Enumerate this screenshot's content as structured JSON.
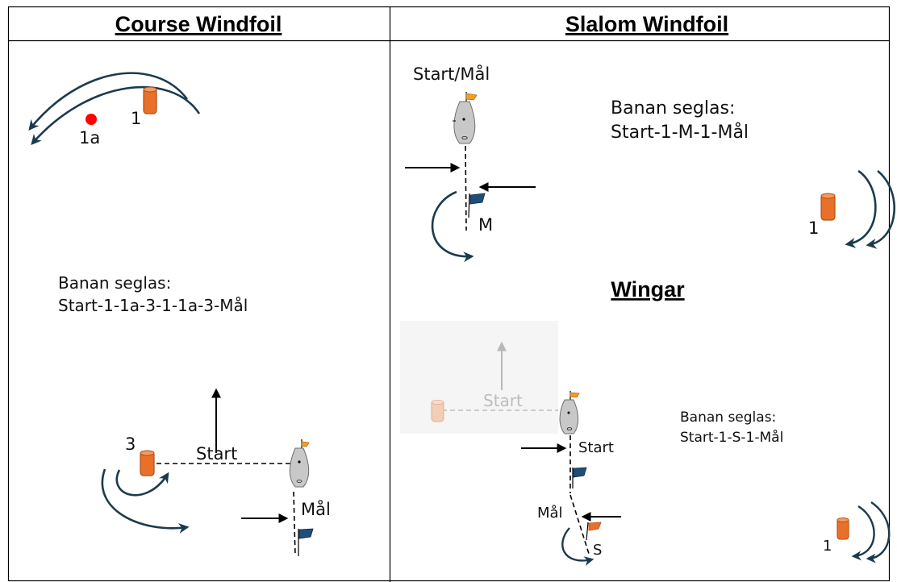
{
  "colors": {
    "buoy_orange": "#E8702A",
    "buoy_orange_dark": "#B24F13",
    "buoy_faded": "#F3CDB8",
    "mark_red": "#FF0000",
    "arrow_navy": "#1B3B4D",
    "flag_blue": "#1F4E79",
    "flag_orange": "#F39C2B",
    "board_gray": "#C8C8C8",
    "line_black": "#000000"
  },
  "panels": {
    "course_windfoil": {
      "heading": "Course Windfoil",
      "mark_1a": "1a",
      "mark_1": "1",
      "mark_3": "3",
      "course_title": "Banan seglas:",
      "course_route": "Start-1-1a-3-1-1a-3-Mål",
      "start_label": "Start",
      "finish_label": "Mål"
    },
    "slalom_windfoil": {
      "heading": "Slalom Windfoil",
      "start_finish_label": "Start/Mål",
      "course_title": "Banan seglas:",
      "course_route": "Start-1-M-1-Mål",
      "mark_m": "M",
      "mark_1": "1"
    },
    "wingar": {
      "heading": "Wingar",
      "ghost_start_label": "Start",
      "start_label": "Start",
      "finish_label": "Mål",
      "mark_s": "S",
      "course_title": "Banan seglas:",
      "course_route": "Start-1-S-1-Mål",
      "mark_1": "1"
    }
  },
  "icons": [
    "orange-buoy-icon",
    "red-mark-icon",
    "windsurf-board-icon",
    "blue-flag-icon",
    "orange-flag-icon",
    "curved-arrow-icon",
    "wind-arrow-icon"
  ]
}
